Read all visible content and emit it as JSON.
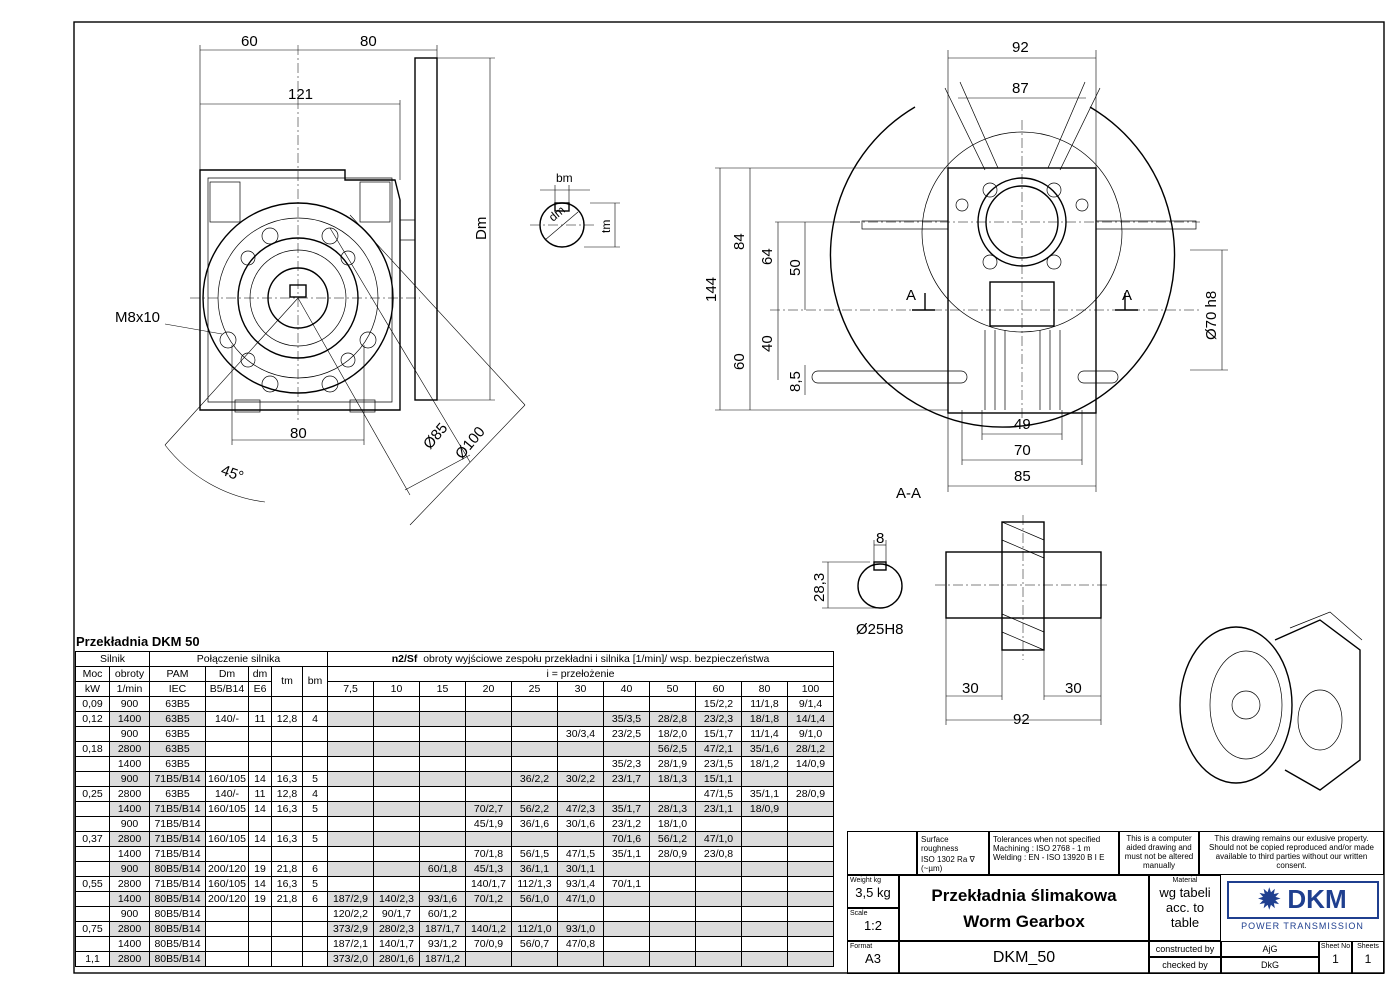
{
  "drawing": {
    "dims": {
      "d60": "60",
      "d80top": "80",
      "d121": "121",
      "dDm": "Dm",
      "dM8": "M8x10",
      "d80bot": "80",
      "d45": "45°",
      "d85": "Ø85",
      "d100": "Ø100",
      "dbm": "bm",
      "ddm": "dm",
      "dtm": "tm",
      "d92top": "92",
      "d87": "87",
      "d84": "84",
      "d64": "64",
      "d50": "50",
      "d144": "144",
      "d40": "40",
      "d60side": "60",
      "d85_5": "8,5",
      "dA1": "A",
      "dA2": "A",
      "d70h8": "Ø70 h8",
      "d49": "49",
      "d70": "70",
      "d85bot": "85",
      "dAA": "A-A",
      "d8": "8",
      "d28": "28,3",
      "d25": "Ø25H8",
      "d30a": "30",
      "d30b": "30",
      "d92bot": "92"
    }
  },
  "table": {
    "title": "Przekładnia DKM 50",
    "header1": {
      "silnik": "Silnik",
      "polaczenie": "Połączenie silnika",
      "n2sf": "n2/Sf",
      "n2sf_desc": "obroty wyjściowe zespołu przekładni i silnika [1/min]/ wsp. bezpieczeństwa"
    },
    "header2": {
      "moc": "Moc",
      "obroty": "obroty",
      "pam": "PAM",
      "dm_col": "Dm",
      "dm_e6": "dm",
      "tm": "tm",
      "bm": "bm",
      "i": "i = przełożenie"
    },
    "header3": {
      "kw": "kW",
      "per_min": "1/min",
      "iec": "IEC",
      "b5b14": "B5/B14",
      "e6": "E6"
    },
    "ratios": [
      "7,5",
      "10",
      "15",
      "20",
      "25",
      "30",
      "40",
      "50",
      "60",
      "80",
      "100"
    ],
    "rows": [
      {
        "moc": "0,09",
        "obr": "900",
        "pam": "63B5",
        "dm": "",
        "dme6": "",
        "tm": "",
        "bm": "",
        "v": [
          "",
          "",
          "",
          "",
          "",
          "",
          "",
          "",
          "15/2,2",
          "11/1,8",
          "9/1,4"
        ]
      },
      {
        "moc": "0,12",
        "obr": "1400",
        "pam": "63B5",
        "dm": "140/-",
        "dme6": "11",
        "tm": "12,8",
        "bm": "4",
        "v": [
          "",
          "",
          "",
          "",
          "",
          "",
          "35/3,5",
          "28/2,8",
          "23/2,3",
          "18/1,8",
          "14/1,4"
        ]
      },
      {
        "moc": "",
        "obr": "900",
        "pam": "63B5",
        "dm": "",
        "dme6": "",
        "tm": "",
        "bm": "",
        "v": [
          "",
          "",
          "",
          "",
          "",
          "30/3,4",
          "23/2,5",
          "18/2,0",
          "15/1,7",
          "11/1,4",
          "9/1,0"
        ]
      },
      {
        "moc": "0,18",
        "obr": "2800",
        "pam": "63B5",
        "dm": "",
        "dme6": "",
        "tm": "",
        "bm": "",
        "v": [
          "",
          "",
          "",
          "",
          "",
          "",
          "",
          "56/2,5",
          "47/2,1",
          "35/1,6",
          "28/1,2"
        ]
      },
      {
        "moc": "",
        "obr": "1400",
        "pam": "63B5",
        "dm": "",
        "dme6": "",
        "tm": "",
        "bm": "",
        "v": [
          "",
          "",
          "",
          "",
          "",
          "",
          "35/2,3",
          "28/1,9",
          "23/1,5",
          "18/1,2",
          "14/0,9"
        ]
      },
      {
        "moc": "",
        "obr": "900",
        "pam": "71B5/B14",
        "dm": "160/105",
        "dme6": "14",
        "tm": "16,3",
        "bm": "5",
        "v": [
          "",
          "",
          "",
          "",
          "36/2,2",
          "30/2,2",
          "23/1,7",
          "18/1,3",
          "15/1,1",
          "",
          ""
        ]
      },
      {
        "moc": "0,25",
        "obr": "2800",
        "pam": "63B5",
        "dm": "140/-",
        "dme6": "11",
        "tm": "12,8",
        "bm": "4",
        "v": [
          "",
          "",
          "",
          "",
          "",
          "",
          "",
          "",
          "47/1,5",
          "35/1,1",
          "28/0,9"
        ]
      },
      {
        "moc": "",
        "obr": "1400",
        "pam": "71B5/B14",
        "dm": "160/105",
        "dme6": "14",
        "tm": "16,3",
        "bm": "5",
        "v": [
          "",
          "",
          "",
          "70/2,7",
          "56/2,2",
          "47/2,3",
          "35/1,7",
          "28/1,3",
          "23/1,1",
          "18/0,9",
          ""
        ]
      },
      {
        "moc": "",
        "obr": "900",
        "pam": "71B5/B14",
        "dm": "",
        "dme6": "",
        "tm": "",
        "bm": "",
        "v": [
          "",
          "",
          "",
          "45/1,9",
          "36/1,6",
          "30/1,6",
          "23/1,2",
          "18/1,0",
          "",
          "",
          ""
        ]
      },
      {
        "moc": "0,37",
        "obr": "2800",
        "pam": "71B5/B14",
        "dm": "160/105",
        "dme6": "14",
        "tm": "16,3",
        "bm": "5",
        "v": [
          "",
          "",
          "",
          "",
          "",
          "",
          "70/1,6",
          "56/1,2",
          "47/1,0",
          "",
          ""
        ]
      },
      {
        "moc": "",
        "obr": "1400",
        "pam": "71B5/B14",
        "dm": "",
        "dme6": "",
        "tm": "",
        "bm": "",
        "v": [
          "",
          "",
          "",
          "70/1,8",
          "56/1,5",
          "47/1,5",
          "35/1,1",
          "28/0,9",
          "23/0,8",
          "",
          ""
        ]
      },
      {
        "moc": "",
        "obr": "900",
        "pam": "80B5/B14",
        "dm": "200/120",
        "dme6": "19",
        "tm": "21,8",
        "bm": "6",
        "v": [
          "",
          "",
          "60/1,8",
          "45/1,3",
          "36/1,1",
          "30/1,1",
          "",
          "",
          "",
          "",
          ""
        ]
      },
      {
        "moc": "0,55",
        "obr": "2800",
        "pam": "71B5/B14",
        "dm": "160/105",
        "dme6": "14",
        "tm": "16,3",
        "bm": "5",
        "v": [
          "",
          "",
          "",
          "140/1,7",
          "112/1,3",
          "93/1,4",
          "70/1,1",
          "",
          "",
          "",
          ""
        ]
      },
      {
        "moc": "",
        "obr": "1400",
        "pam": "80B5/B14",
        "dm": "200/120",
        "dme6": "19",
        "tm": "21,8",
        "bm": "6",
        "v": [
          "187/2,9",
          "140/2,3",
          "93/1,6",
          "70/1,2",
          "56/1,0",
          "47/1,0",
          "",
          "",
          "",
          "",
          ""
        ]
      },
      {
        "moc": "",
        "obr": "900",
        "pam": "80B5/B14",
        "dm": "",
        "dme6": "",
        "tm": "",
        "bm": "",
        "v": [
          "120/2,2",
          "90/1,7",
          "60/1,2",
          "",
          "",
          "",
          "",
          "",
          "",
          "",
          ""
        ]
      },
      {
        "moc": "0,75",
        "obr": "2800",
        "pam": "80B5/B14",
        "dm": "",
        "dme6": "",
        "tm": "",
        "bm": "",
        "v": [
          "373/2,9",
          "280/2,3",
          "187/1,7",
          "140/1,2",
          "112/1,0",
          "93/1,0",
          "",
          "",
          "",
          "",
          ""
        ]
      },
      {
        "moc": "",
        "obr": "1400",
        "pam": "80B5/B14",
        "dm": "",
        "dme6": "",
        "tm": "",
        "bm": "",
        "v": [
          "187/2,1",
          "140/1,7",
          "93/1,2",
          "70/0,9",
          "56/0,7",
          "47/0,8",
          "",
          "",
          "",
          "",
          ""
        ]
      },
      {
        "moc": "1,1",
        "obr": "2800",
        "pam": "80B5/B14",
        "dm": "",
        "dme6": "",
        "tm": "",
        "bm": "",
        "v": [
          "373/2,0",
          "280/1,6",
          "187/1,2",
          "",
          "",
          "",
          "",
          "",
          "",
          "",
          ""
        ]
      }
    ]
  },
  "title_block": {
    "surface_roughness": "Surface roughness",
    "iso1302": "ISO 1302",
    "ra": "Ra",
    "um": "(~µm)",
    "tolerances": "Tolerances when not specified",
    "machining": "Machining : ISO 2768 - 1     m",
    "welding": "Welding : EN - ISO 13920  B I E",
    "cad_note": "This is a computer aided drawing and must not be altered manually",
    "property_note": "This drawing remains our exlusive property. Should not be copied reproduced and/or made available to third parties without our written consent.",
    "weight_label": "Weight kg",
    "weight": "3,5 kg",
    "scale_label": "Scale",
    "scale": "1:2",
    "format_label": "Format",
    "format": "A3",
    "title_pl": "Przekładnia ślimakowa",
    "title_en": "Worm Gearbox",
    "material_label": "Material",
    "material": "wg tabeli acc. to table",
    "logo": "DKM",
    "logo_sub": "POWER TRANSMISSION",
    "drawing_no": "DKM_50",
    "constructed_by": "constructed by",
    "constructed": "AjG",
    "checked_by": "checked by",
    "checked": "DkG",
    "sheet_no_label": "Sheet No",
    "sheet_no": "1",
    "sheets_label": "Sheets",
    "sheets": "1"
  }
}
